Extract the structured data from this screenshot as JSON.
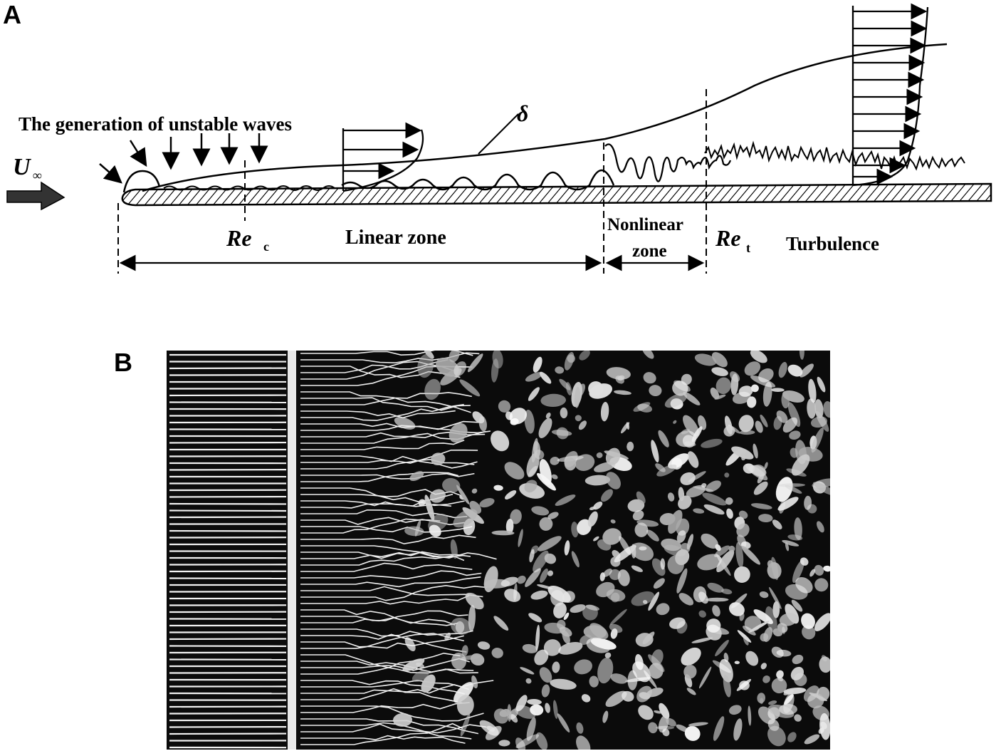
{
  "panel_a": {
    "label": "A",
    "generation_label": "The generation of unstable waves",
    "delta_symbol": "δ",
    "freestream_symbol": "U",
    "freestream_subscript": "∞",
    "re_c_main": "Re",
    "re_c_sub": "c",
    "linear_zone": "Linear zone",
    "nonlinear_zone_line1": "Nonlinear",
    "nonlinear_zone_line2": "zone",
    "re_t_main": "Re",
    "re_t_sub": "t",
    "turbulence": "Turbulence"
  },
  "panel_b": {
    "label": "B"
  }
}
